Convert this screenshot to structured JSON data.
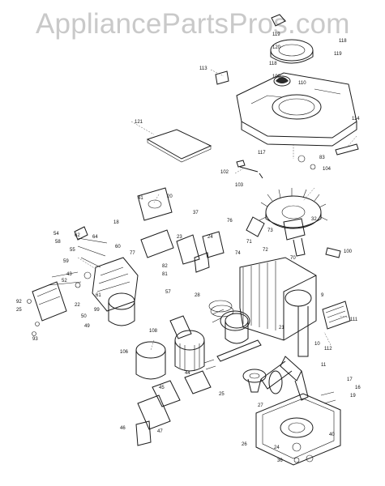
{
  "watermark": "AppliancePartsPros.com",
  "part_numbers": [
    "119",
    "120",
    "118",
    "113",
    "118",
    "119",
    "100",
    "110",
    "114",
    "121",
    "117",
    "83",
    "104",
    "102",
    "103",
    "41",
    "20",
    "18",
    "37",
    "23",
    "24",
    "32",
    "76",
    "73",
    "71",
    "70",
    "100",
    "72",
    "74",
    "62",
    "64",
    "77",
    "82",
    "81",
    "60",
    "58",
    "59",
    "54",
    "55",
    "43",
    "52",
    "61",
    "99",
    "28",
    "57",
    "22",
    "50",
    "49",
    "92",
    "25",
    "93",
    "108",
    "9",
    "111",
    "112",
    "21",
    "106",
    "10",
    "17",
    "16",
    "19",
    "11",
    "27",
    "25",
    "44",
    "45",
    "46",
    "47",
    "26",
    "40",
    "24",
    "36"
  ]
}
